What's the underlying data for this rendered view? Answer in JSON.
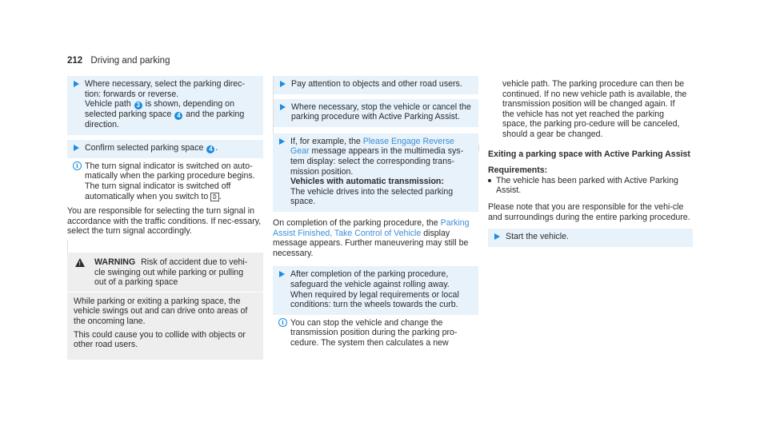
{
  "header": {
    "page_number": "212",
    "section": "Driving and parking"
  },
  "col1": {
    "step1_a": "Where necessary, select the parking direc-tion: forwards or reverse.",
    "step1_b": "Vehicle path",
    "badge3": "3",
    "step1_c": "is shown, depending on selected parking space",
    "badge4": "4",
    "step1_d": "and the parking direction.",
    "step2_a": "Confirm selected parking space",
    "step2_badge": "4",
    "step2_b": ".",
    "info1_a": "The turn signal indicator is switched on auto-matically when the parking procedure begins. The turn signal indicator is switched off automatically when you switch to",
    "info1_key": "D",
    "info1_b": ".",
    "para1": "You are responsible for selecting the turn signal in accordance with the traffic conditions. If nec-essary, select the turn signal accordingly.",
    "warning_title": "WARNING",
    "warning_lead": "Risk of accident due to vehi-cle swinging out while parking or pulling out of a parking space",
    "warning_p1": "While parking or exiting a parking space, the vehicle swings out and can drive onto areas of the oncoming lane.",
    "warning_p2": "This could cause you to collide with objects or other road users."
  },
  "col2": {
    "step1": "Pay attention to objects and other road users.",
    "step2": "Where necessary, stop the vehicle or cancel the parking procedure with Active Parking Assist.",
    "step3_a": "If, for example, the",
    "step3_link": "Please Engage Reverse Gear",
    "step3_b": "message appears in the multimedia sys-tem display: select the corresponding trans-mission position.",
    "step3_bold": "Vehicles with automatic transmission:",
    "step3_c": "The vehicle drives into the selected parking space.",
    "para1_a": "On completion of the parking procedure, the",
    "para1_link": "Parking Assist Finished, Take Control of Vehicle",
    "para1_b": "display message appears. Further maneuvering may still be necessary.",
    "step4": "After completion of the parking procedure, safeguard the vehicle against rolling away. When required by legal requirements or local conditions: turn the wheels towards the curb.",
    "info1": "You can stop the vehicle and change the transmission position during the parking pro-cedure. The system then calculates a new"
  },
  "col3": {
    "cont": "vehicle path. The parking procedure can then be continued. If no new vehicle path is available, the transmission position will be changed again. If the vehicle has not yet reached the parking space, the parking pro-cedure will be canceled, should a gear be changed.",
    "heading": "Exiting a parking space with Active Parking Assist",
    "req_label": "Requirements:",
    "req1": "The vehicle has been parked with Active Parking Assist.",
    "para1": "Please note that you are responsible for the vehi-cle and surroundings during the entire parking procedure.",
    "step1": "Start the vehicle."
  }
}
